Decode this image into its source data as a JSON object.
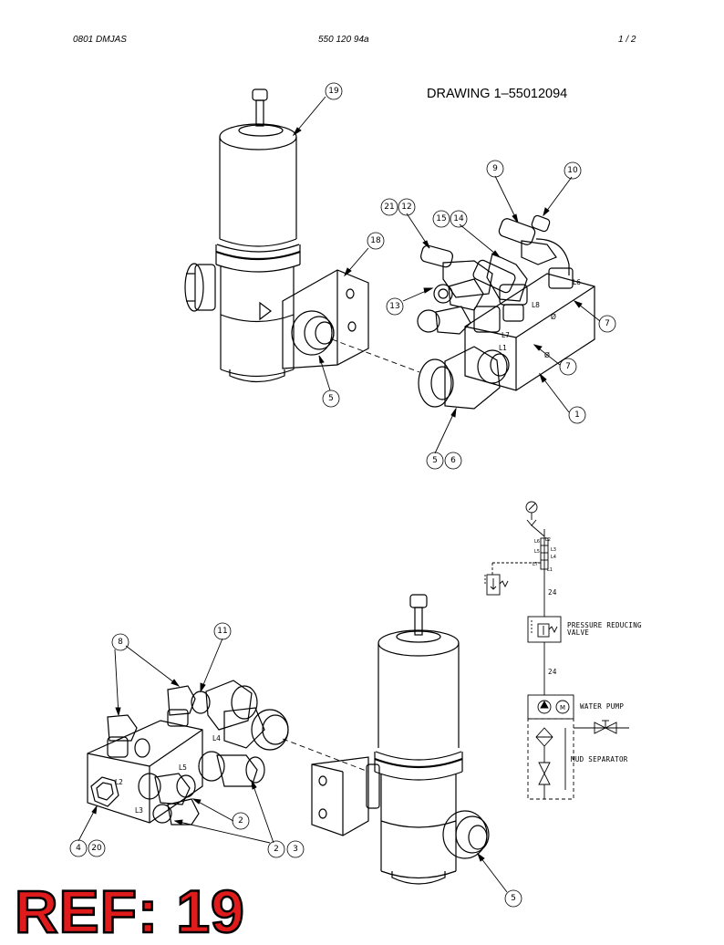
{
  "header": {
    "left": "0801 DMJAS",
    "center": "550 120 94a",
    "right": "1 /  2"
  },
  "drawing_title": "DRAWING 1–55012094",
  "callouts_top": [
    "19",
    "9",
    "10",
    "21",
    "12",
    "15",
    "14",
    "18",
    "13",
    "7",
    "7",
    "1",
    "5",
    "5",
    "6"
  ],
  "callouts_bottom": [
    "8",
    "11",
    "2",
    "2",
    "3",
    "4",
    "20",
    "5"
  ],
  "port_labels": [
    "L6",
    "L8",
    "L7",
    "L1",
    "L4",
    "L5",
    "L2",
    "L3"
  ],
  "schematic": {
    "manifold_ports_left": [
      "L6",
      "L5",
      "L7"
    ],
    "manifold_ports_right": [
      "L2",
      "L3",
      "L4",
      "L1"
    ],
    "line_size_1": "24",
    "line_size_2": "24",
    "pressure_reducing_label_1": "PRESSURE REDUCING",
    "pressure_reducing_label_2": "VALVE",
    "water_pump_label": "WATER PUMP",
    "mud_separator_label": "MUD SEPARATOR",
    "pump_motor_symbol": "M"
  },
  "ref_stamp": "REF: 19"
}
